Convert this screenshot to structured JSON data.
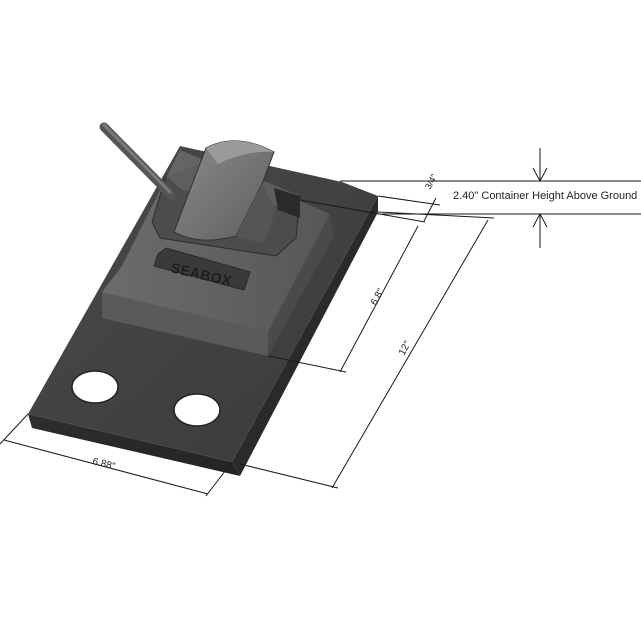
{
  "drawing": {
    "brand_text": "SEABOX",
    "dimensions": {
      "container_height": "2.40\" Container Height Above Ground",
      "plate_thickness": "3/4\"",
      "base_length": "6.8\"",
      "overall_length": "12\"",
      "width": "6.88\""
    }
  },
  "colors": {
    "casting_dark": "#3b3b3b",
    "casting_mid": "#5a5a5a",
    "casting_light": "#6e6e6e",
    "background": "#ffffff",
    "line": "#1a1a1a"
  }
}
